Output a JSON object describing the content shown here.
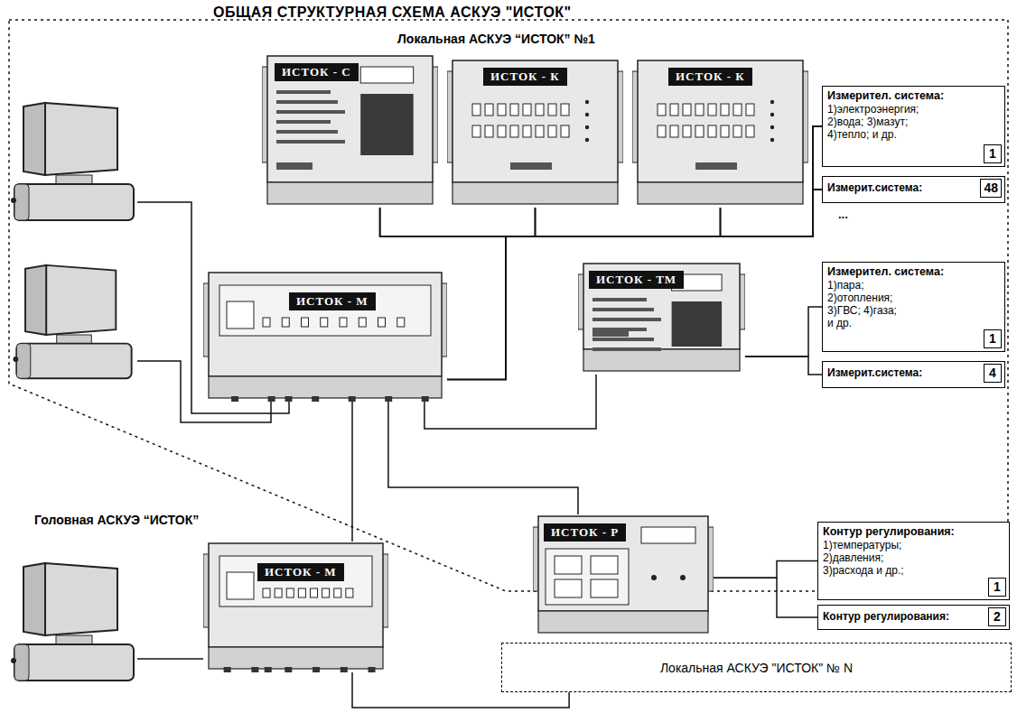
{
  "diagram": {
    "title": "ОБЩАЯ СТРУКТУРНАЯ СХЕМА АСКУЭ \"ИСТОК\"",
    "nodes": [
      {
        "text": [
          "Локальная АСКУЭ “ИСТОК” №1"
        ]
      },
      {
        "text": [
          "ИСТОК - С"
        ],
        "in": 0
      },
      {
        "text": [
          "ИСТОК - К"
        ],
        "in": 0
      },
      {
        "text": [
          "ИСТОК - К"
        ],
        "in": 0
      },
      {
        "text": [
          "Измерител. система:",
          "1)электроэнергия; 2)вода; 3)мазут; 4)тепло; и др."
        ],
        "in": 0
      },
      {
        "text": [
          "1"
        ],
        "in": 4
      },
      {
        "text": [
          "Измерит.система:"
        ],
        "in": 0
      },
      {
        "text": [
          "48"
        ],
        "in": 6
      },
      {
        "text": [
          "ИСТОК - М"
        ],
        "in": 0
      },
      {
        "text": [
          "ИСТОК - ТМ"
        ],
        "in": 0
      },
      {
        "text": [
          "Измерител. система:",
          "1)пара; 2)отопления; 3)ГВС; 4)газа; и др."
        ],
        "in": 0
      },
      {
        "text": [
          "1"
        ],
        "in": 10
      },
      {
        "text": [
          "Измерит.система:"
        ],
        "in": 0
      },
      {
        "text": [
          "4"
        ],
        "in": 12
      },
      {
        "text": [
          "ИСТОК - Р"
        ]
      },
      {
        "text": [
          "Контур регулирования:",
          "1)температуры; 2)давления; 3)расхода и др.;"
        ]
      },
      {
        "text": [
          "1"
        ],
        "in": 15
      },
      {
        "text": [
          "Контур регулирования:"
        ]
      },
      {
        "text": [
          "2"
        ],
        "in": 17
      },
      {
        "text": [
          "ИСТОК - М"
        ]
      },
      {
        "text": [
          "Локальная АСКУЭ \"ИСТОК\" № N"
        ]
      }
    ],
    "edges": [
      {
        "from": 8,
        "to": 1,
        "arrow": "none"
      },
      {
        "from": 8,
        "to": 2,
        "arrow": "none"
      },
      {
        "from": 8,
        "to": 3,
        "arrow": "none"
      },
      {
        "from": 1,
        "to": 4,
        "arrow": "none"
      },
      {
        "from": 1,
        "to": 6,
        "arrow": "none"
      },
      {
        "from": 2,
        "to": 4,
        "arrow": "none"
      },
      {
        "from": 2,
        "to": 6,
        "arrow": "none"
      },
      {
        "from": 3,
        "to": 4,
        "arrow": "none"
      },
      {
        "from": 3,
        "to": 6,
        "arrow": "none"
      },
      {
        "from": 8,
        "to": 9,
        "arrow": "none"
      },
      {
        "from": 9,
        "to": 10,
        "arrow": "none"
      },
      {
        "from": 9,
        "to": 12,
        "arrow": "none"
      },
      {
        "from": 8,
        "to": 14,
        "arrow": "none"
      },
      {
        "from": 14,
        "to": 15,
        "arrow": "none"
      },
      {
        "from": 14,
        "to": 17,
        "arrow": "none"
      },
      {
        "from": 8,
        "to": 19,
        "arrow": "none"
      },
      {
        "from": 19,
        "to": 20,
        "arrow": "none"
      }
    ],
    "labels": [
      "...",
      "Головная АСКУЭ “ИСТОК”"
    ]
  }
}
